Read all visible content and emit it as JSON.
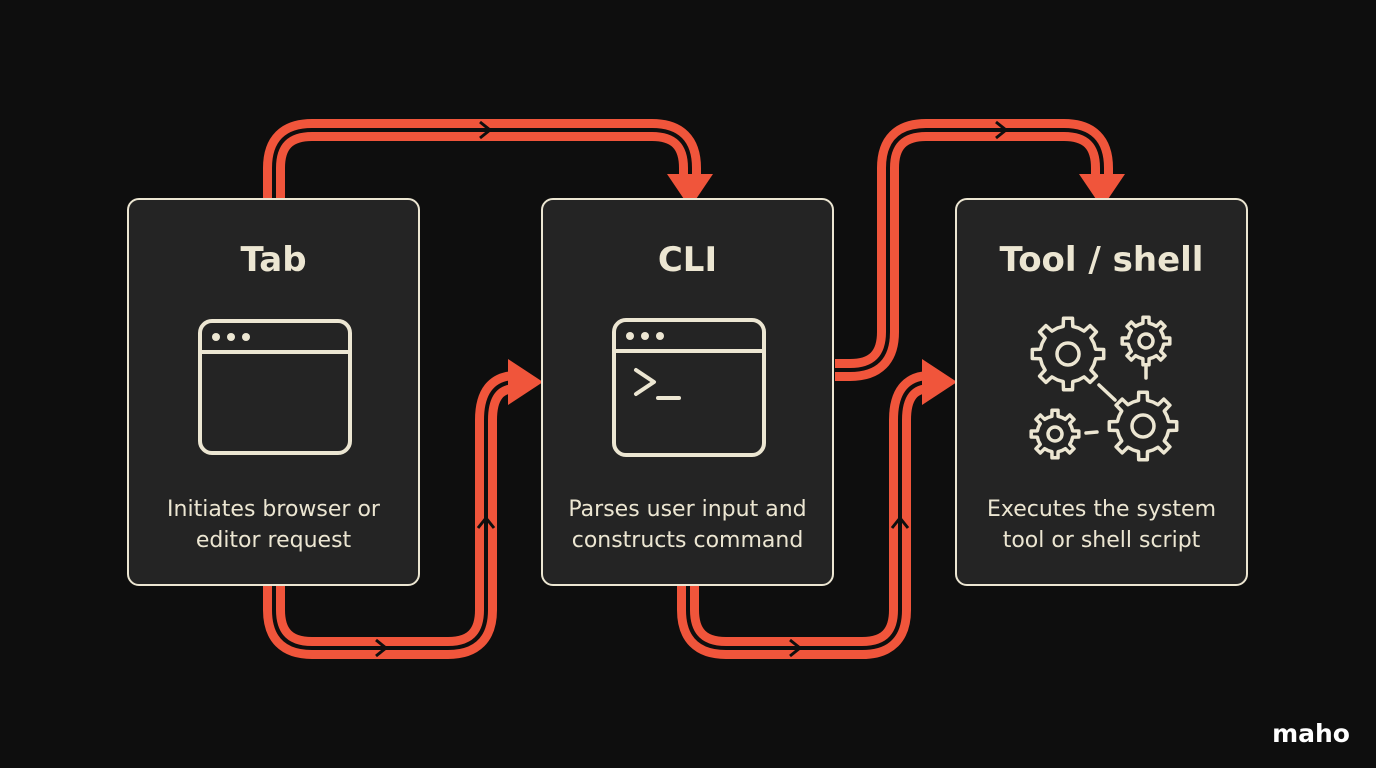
{
  "colors": {
    "background": "#0e0e0e",
    "box_fill": "#242424",
    "box_border": "#ece6d2",
    "text": "#ece6d2",
    "arrow": "#f0553b"
  },
  "nodes": [
    {
      "title": "Tab",
      "description": [
        "Initiates browser or",
        "editor request"
      ],
      "icon": "browser-window-icon"
    },
    {
      "title": "CLI",
      "description": [
        "Parses user input and",
        "constructs command"
      ],
      "icon": "terminal-icon"
    },
    {
      "title": "Tool / shell",
      "description": [
        "Executes the system",
        "tool or shell script"
      ],
      "icon": "gears-icon"
    }
  ],
  "logo": "maho"
}
